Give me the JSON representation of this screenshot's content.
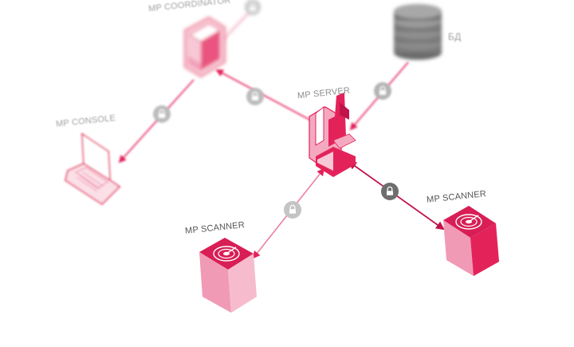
{
  "nodes": {
    "console": {
      "label": "MP CONSOLE"
    },
    "coordinator": {
      "label": "MP COORDINATOR"
    },
    "server": {
      "label": "MP SERVER"
    },
    "database": {
      "label": "БД"
    },
    "scanner_left": {
      "label": "MP SCANNER"
    },
    "scanner_right": {
      "label": "MP SCANNER"
    }
  },
  "colors": {
    "accent": "#e4225a",
    "accent_light": "#f4a9c0",
    "accent_dark": "#c0134a",
    "lock_grey": "#b9b9b9",
    "lock_dark": "#6e6e6e",
    "db_grey": "#7a7a7a",
    "label_grey": "#8d8d8d"
  },
  "icons": [
    "laptop-icon",
    "workstation-icon",
    "server-icon",
    "database-icon",
    "scanner-icon",
    "lock-icon"
  ]
}
